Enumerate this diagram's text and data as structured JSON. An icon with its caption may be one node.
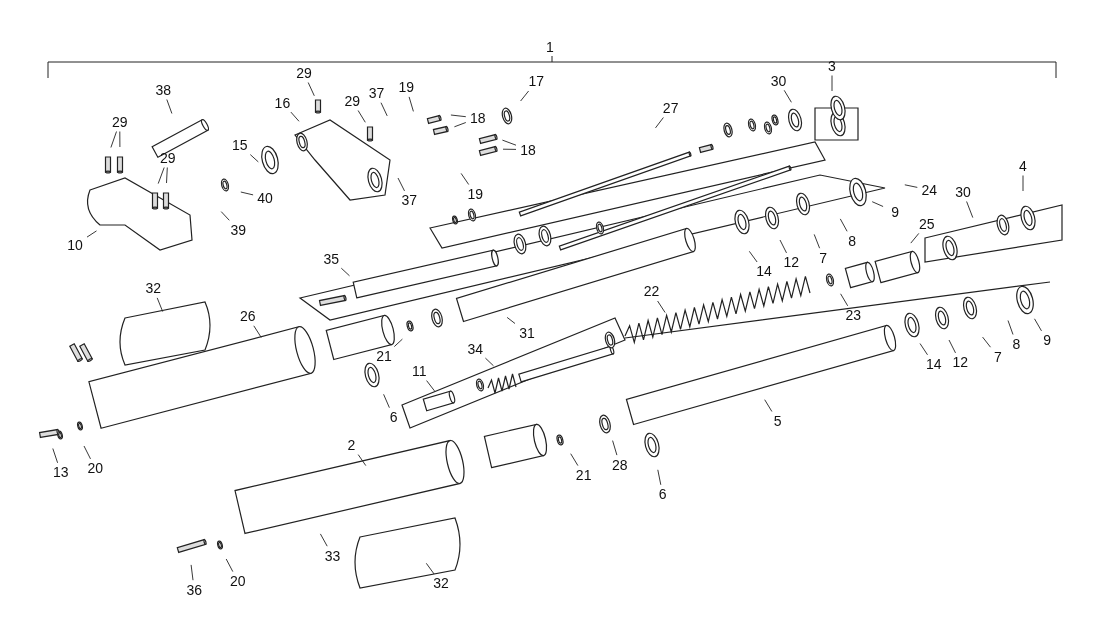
{
  "diagram": {
    "nodes": [
      {
        "text": [
          "29"
        ]
      },
      {
        "text": [
          "3"
        ]
      },
      {
        "text": [
          "30"
        ]
      },
      {
        "text": [
          "17"
        ]
      },
      {
        "text": [
          "38"
        ]
      },
      {
        "text": [
          "19"
        ]
      },
      {
        "text": [
          "16"
        ]
      },
      {
        "text": [
          "29"
        ]
      },
      {
        "text": [
          "37"
        ]
      },
      {
        "text": [
          "18"
        ]
      },
      {
        "text": [
          "27"
        ]
      },
      {
        "text": [
          "29"
        ]
      },
      {
        "text": [
          "18"
        ]
      },
      {
        "text": [
          "15"
        ]
      },
      {
        "text": [
          "29"
        ]
      },
      {
        "text": [
          "19"
        ]
      },
      {
        "text": [
          "4"
        ]
      },
      {
        "text": [
          "37"
        ]
      },
      {
        "text": [
          "40"
        ]
      },
      {
        "text": [
          "24"
        ]
      },
      {
        "text": [
          "30"
        ]
      },
      {
        "text": [
          "9"
        ]
      },
      {
        "text": [
          "39"
        ]
      },
      {
        "text": [
          "25"
        ]
      },
      {
        "text": [
          "8"
        ]
      },
      {
        "text": [
          "7"
        ]
      },
      {
        "text": [
          "10"
        ]
      },
      {
        "text": [
          "12"
        ]
      },
      {
        "text": [
          "14"
        ]
      },
      {
        "text": [
          "35"
        ]
      },
      {
        "text": [
          "22"
        ]
      },
      {
        "text": [
          "32"
        ]
      },
      {
        "text": [
          "23"
        ]
      },
      {
        "text": [
          "26"
        ]
      },
      {
        "text": [
          "31"
        ]
      },
      {
        "text": [
          "9"
        ]
      },
      {
        "text": [
          "8"
        ]
      },
      {
        "text": [
          "7"
        ]
      },
      {
        "text": [
          "21"
        ]
      },
      {
        "text": [
          "34"
        ]
      },
      {
        "text": [
          "12"
        ]
      },
      {
        "text": [
          "14"
        ]
      },
      {
        "text": [
          "11"
        ]
      },
      {
        "text": [
          "6"
        ]
      },
      {
        "text": [
          "5"
        ]
      },
      {
        "text": [
          "20"
        ]
      },
      {
        "text": [
          "2"
        ]
      },
      {
        "text": [
          "13"
        ]
      },
      {
        "text": [
          "28"
        ]
      },
      {
        "text": [
          "21"
        ]
      },
      {
        "text": [
          "6"
        ]
      },
      {
        "text": [
          "33"
        ]
      },
      {
        "text": [
          "20"
        ]
      },
      {
        "text": [
          "36"
        ]
      },
      {
        "text": [
          "32"
        ]
      }
    ],
    "edges": [
      {
        "from": 0,
        "to": null,
        "arrow": "none"
      },
      {
        "from": 1,
        "to": null,
        "arrow": "none"
      },
      {
        "from": 2,
        "to": null,
        "arrow": "none"
      },
      {
        "from": 3,
        "to": null,
        "arrow": "none"
      },
      {
        "from": 4,
        "to": null,
        "arrow": "none"
      },
      {
        "from": 5,
        "to": null,
        "arrow": "none"
      },
      {
        "from": 6,
        "to": null,
        "arrow": "none"
      },
      {
        "from": 7,
        "to": null,
        "arrow": "none"
      },
      {
        "from": 8,
        "to": null,
        "arrow": "none"
      },
      {
        "from": 9,
        "to": null,
        "arrow": "none"
      },
      {
        "from": 9,
        "to": null,
        "arrow": "none"
      },
      {
        "from": 10,
        "to": null,
        "arrow": "none"
      },
      {
        "from": 11,
        "to": null,
        "arrow": "none"
      },
      {
        "from": 11,
        "to": null,
        "arrow": "none"
      },
      {
        "from": 12,
        "to": null,
        "arrow": "none"
      },
      {
        "from": 12,
        "to": null,
        "arrow": "none"
      },
      {
        "from": 13,
        "to": null,
        "arrow": "none"
      },
      {
        "from": 14,
        "to": null,
        "arrow": "none"
      },
      {
        "from": 14,
        "to": null,
        "arrow": "none"
      },
      {
        "from": 15,
        "to": null,
        "arrow": "none"
      },
      {
        "from": 16,
        "to": null,
        "arrow": "none"
      },
      {
        "from": 17,
        "to": null,
        "arrow": "none"
      },
      {
        "from": 18,
        "to": null,
        "arrow": "none"
      },
      {
        "from": 19,
        "to": null,
        "arrow": "none"
      },
      {
        "from": 20,
        "to": null,
        "arrow": "none"
      },
      {
        "from": 21,
        "to": null,
        "arrow": "none"
      },
      {
        "from": 22,
        "to": null,
        "arrow": "none"
      },
      {
        "from": 23,
        "to": null,
        "arrow": "none"
      },
      {
        "from": 24,
        "to": null,
        "arrow": "none"
      },
      {
        "from": 25,
        "to": null,
        "arrow": "none"
      },
      {
        "from": 26,
        "to": null,
        "arrow": "none"
      },
      {
        "from": 27,
        "to": null,
        "arrow": "none"
      },
      {
        "from": 28,
        "to": null,
        "arrow": "none"
      },
      {
        "from": 29,
        "to": null,
        "arrow": "none"
      },
      {
        "from": 30,
        "to": null,
        "arrow": "none"
      },
      {
        "from": 31,
        "to": null,
        "arrow": "none"
      },
      {
        "from": 32,
        "to": null,
        "arrow": "none"
      },
      {
        "from": 33,
        "to": null,
        "arrow": "none"
      },
      {
        "from": 34,
        "to": null,
        "arrow": "none"
      },
      {
        "from": 35,
        "to": null,
        "arrow": "none"
      },
      {
        "from": 36,
        "to": null,
        "arrow": "none"
      },
      {
        "from": 37,
        "to": null,
        "arrow": "none"
      },
      {
        "from": 38,
        "to": null,
        "arrow": "none"
      },
      {
        "from": 39,
        "to": null,
        "arrow": "none"
      },
      {
        "from": 40,
        "to": null,
        "arrow": "none"
      },
      {
        "from": 41,
        "to": null,
        "arrow": "none"
      },
      {
        "from": 42,
        "to": null,
        "arrow": "none"
      },
      {
        "from": 43,
        "to": null,
        "arrow": "none"
      },
      {
        "from": 44,
        "to": null,
        "arrow": "none"
      },
      {
        "from": 45,
        "to": null,
        "arrow": "none"
      },
      {
        "from": 46,
        "to": null,
        "arrow": "none"
      },
      {
        "from": 47,
        "to": null,
        "arrow": "none"
      },
      {
        "from": 48,
        "to": null,
        "arrow": "none"
      },
      {
        "from": 49,
        "to": null,
        "arrow": "none"
      },
      {
        "from": 50,
        "to": null,
        "arrow": "none"
      },
      {
        "from": 51,
        "to": null,
        "arrow": "none"
      },
      {
        "from": 52,
        "to": null,
        "arrow": "none"
      },
      {
        "from": 53,
        "to": null,
        "arrow": "none"
      },
      {
        "from": 54,
        "to": null,
        "arrow": "none"
      }
    ],
    "labels": [
      "1"
    ]
  }
}
